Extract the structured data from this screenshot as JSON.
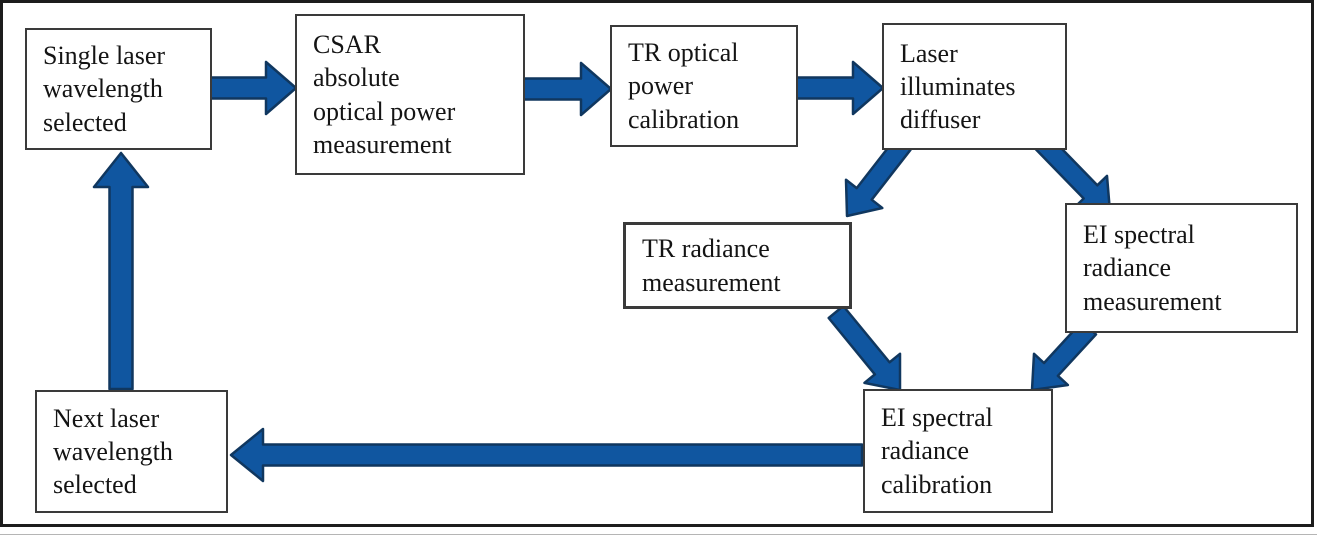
{
  "diagram": {
    "colors": {
      "arrow_fill": "#1056a0",
      "arrow_stroke": "#10375f",
      "box_border": "#3a3a3a",
      "frame": "#1c1c1c",
      "background": "#ffffff",
      "text": "#141414"
    },
    "nodes": [
      {
        "id": "single-laser",
        "label": "Single laser\nwavelength\nselected"
      },
      {
        "id": "csar",
        "label": "CSAR\nabsolute\noptical power\nmeasurement"
      },
      {
        "id": "tr-optical",
        "label": "TR optical\npower\ncalibration"
      },
      {
        "id": "laser-diffuser",
        "label": "Laser\nilluminates\ndiffuser"
      },
      {
        "id": "tr-radiance",
        "label": "TR radiance\nmeasurement"
      },
      {
        "id": "ei-measurement",
        "label": "EI spectral\nradiance\nmeasurement"
      },
      {
        "id": "ei-calibration",
        "label": "EI spectral\nradiance\ncalibration"
      },
      {
        "id": "next-laser",
        "label": "Next laser\nwavelength\nselected"
      }
    ],
    "edges": [
      {
        "from": "single-laser",
        "to": "csar"
      },
      {
        "from": "csar",
        "to": "tr-optical"
      },
      {
        "from": "tr-optical",
        "to": "laser-diffuser"
      },
      {
        "from": "laser-diffuser",
        "to": "tr-radiance"
      },
      {
        "from": "laser-diffuser",
        "to": "ei-measurement"
      },
      {
        "from": "tr-radiance",
        "to": "ei-calibration"
      },
      {
        "from": "ei-measurement",
        "to": "ei-calibration"
      },
      {
        "from": "ei-calibration",
        "to": "next-laser"
      },
      {
        "from": "next-laser",
        "to": "single-laser"
      }
    ]
  }
}
